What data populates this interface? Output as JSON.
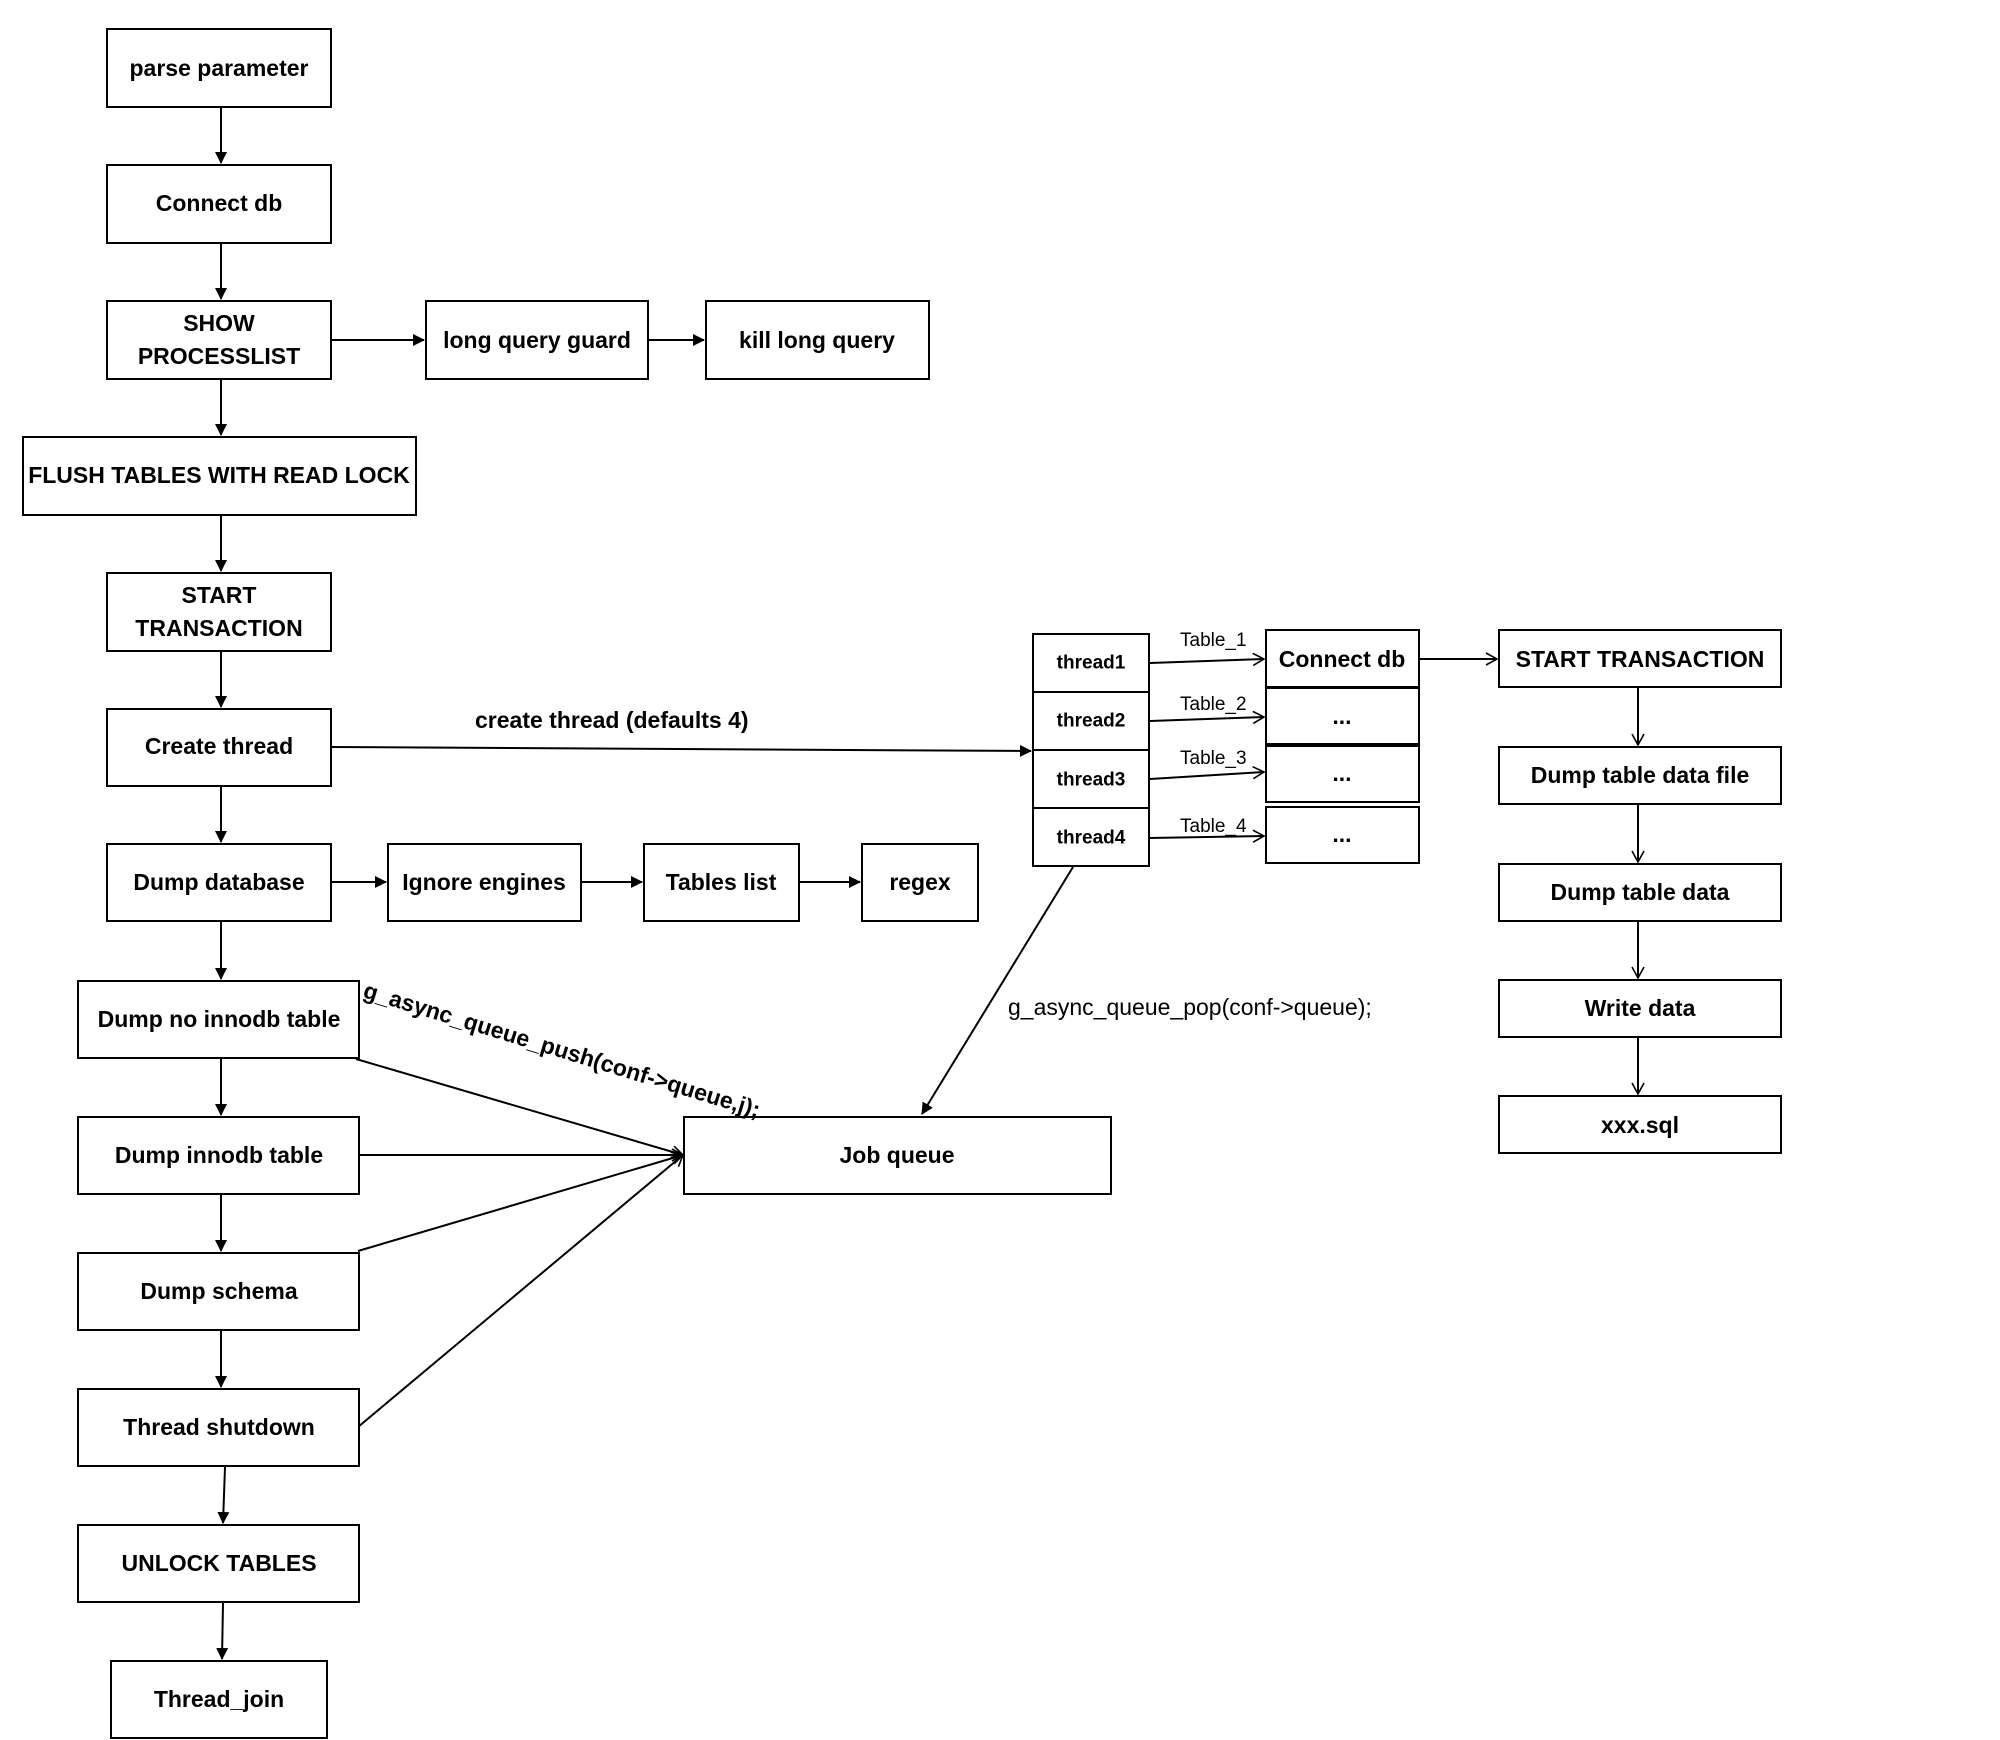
{
  "nodes": {
    "parse_parameter": "parse parameter",
    "connect_db": "Connect db",
    "show_processlist_1": "SHOW",
    "show_processlist_2": "PROCESSLIST",
    "long_query_guard": "long query guard",
    "kill_long_query": "kill long query",
    "flush_tables": "FLUSH TABLES WITH READ LOCK",
    "start_transaction_1": "START",
    "start_transaction_2": "TRANSACTION",
    "create_thread": "Create thread",
    "dump_database": "Dump database",
    "ignore_engines": "Ignore engines",
    "tables_list": "Tables list",
    "regex": "regex",
    "dump_no_innodb": "Dump no innodb table",
    "dump_innodb": "Dump innodb table",
    "dump_schema": "Dump schema",
    "thread_shutdown": "Thread shutdown",
    "unlock_tables": "UNLOCK TABLES",
    "thread_join": "Thread_join",
    "job_queue": "Job queue",
    "thread1": "thread1",
    "thread2": "thread2",
    "thread3": "thread3",
    "thread4": "thread4",
    "worker_connect_db": "Connect db",
    "ellipsis_2": "...",
    "ellipsis_3": "...",
    "ellipsis_4": "...",
    "worker_start_transaction": "START TRANSACTION",
    "dump_table_data_file": "Dump table data file",
    "dump_table_data": "Dump table data",
    "write_data": "Write data",
    "xxx_sql": "xxx.sql"
  },
  "edge_labels": {
    "create_thread_label": "create thread (defaults 4)",
    "queue_push": "g_async_queue_push(conf->queue,j);",
    "queue_pop": "g_async_queue_pop(conf->queue);",
    "table_1": "Table_1",
    "table_2": "Table_2",
    "table_3": "Table_3",
    "table_4": "Table_4"
  }
}
